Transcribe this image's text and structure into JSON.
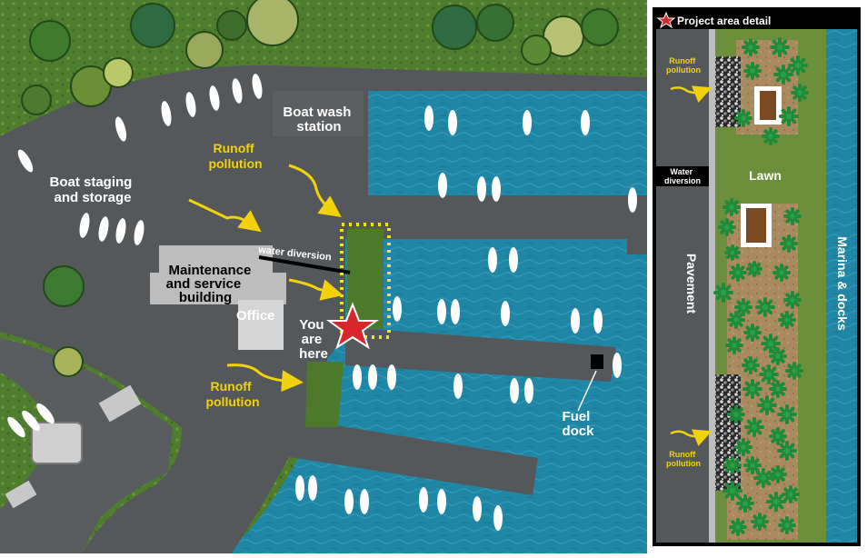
{
  "map": {
    "labels": {
      "boat_wash": [
        "Boat wash",
        "station"
      ],
      "runoff_top": [
        "Runoff",
        "pollution"
      ],
      "boat_staging": [
        "Boat staging",
        "and storage"
      ],
      "water_diversion": "water diversion",
      "maintenance": [
        "Maintenance",
        "and service",
        "building"
      ],
      "office": "Office",
      "you_are_here": [
        "You",
        "are",
        "here"
      ],
      "runoff_bottom": [
        "Runoff",
        "pollution"
      ],
      "fuel_dock": [
        "Fuel",
        "dock"
      ]
    }
  },
  "detail": {
    "title": "Project area detail",
    "runoff_top": [
      "Runoff",
      "pollution"
    ],
    "water_diversion": [
      "Water",
      "diversion"
    ],
    "lawn": "Lawn",
    "pavement": "Pavement",
    "marina": "Marina & docks",
    "runoff_bottom": [
      "Runoff",
      "pollution"
    ]
  },
  "colors": {
    "water": "#1f86a6",
    "pavement": "#55585a",
    "grass": "#4c7b2c",
    "runoff_text": "#f2d20a",
    "star": "#d8262a",
    "mulch": "#a88a5e"
  }
}
